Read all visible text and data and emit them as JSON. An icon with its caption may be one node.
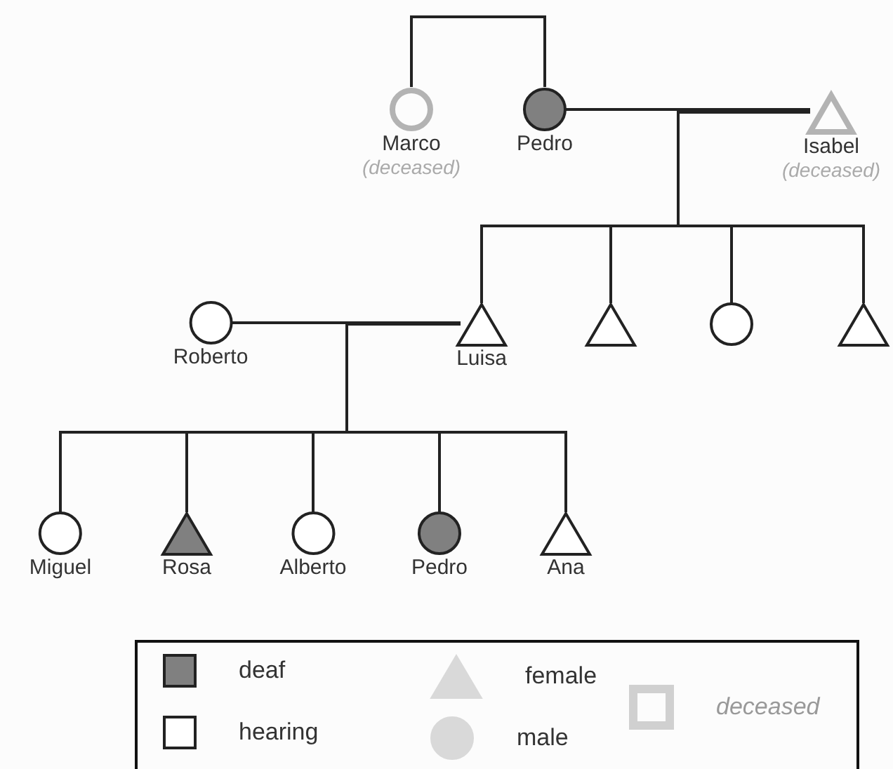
{
  "diagram": {
    "nodes": [
      {
        "text": [
          "Marco",
          "(deceased)"
        ]
      },
      {
        "text": [
          "Pedro"
        ]
      },
      {
        "text": [
          "Isabel",
          "(deceased)"
        ]
      },
      {
        "text": [
          "Roberto"
        ]
      },
      {
        "text": [
          "Luisa"
        ]
      },
      {
        "text": [],
        "shape": "triangle"
      },
      {
        "text": [],
        "shape": "circle"
      },
      {
        "text": [],
        "shape": "triangle"
      },
      {
        "text": [
          "Miguel"
        ]
      },
      {
        "text": [
          "Rosa"
        ]
      },
      {
        "text": [
          "Alberto"
        ]
      },
      {
        "text": [
          "Pedro"
        ]
      },
      {
        "text": [
          "Ana"
        ]
      }
    ],
    "edges": [
      {
        "from": 0,
        "to": 1,
        "arrow": "none"
      },
      {
        "from": 1,
        "to": 2,
        "arrow": "none"
      },
      {
        "from": 1,
        "to": 4,
        "arrow": "none"
      },
      {
        "from": 1,
        "to": 5,
        "arrow": "none"
      },
      {
        "from": 1,
        "to": 6,
        "arrow": "none"
      },
      {
        "from": 1,
        "to": 7,
        "arrow": "none"
      },
      {
        "from": 2,
        "to": 4,
        "arrow": "none"
      },
      {
        "from": 2,
        "to": 5,
        "arrow": "none"
      },
      {
        "from": 2,
        "to": 6,
        "arrow": "none"
      },
      {
        "from": 2,
        "to": 7,
        "arrow": "none"
      },
      {
        "from": 3,
        "to": 4,
        "arrow": "none"
      },
      {
        "from": 3,
        "to": 8,
        "arrow": "none"
      },
      {
        "from": 3,
        "to": 9,
        "arrow": "none"
      },
      {
        "from": 3,
        "to": 10,
        "arrow": "none"
      },
      {
        "from": 3,
        "to": 11,
        "arrow": "none"
      },
      {
        "from": 3,
        "to": 12,
        "arrow": "none"
      },
      {
        "from": 4,
        "to": 8,
        "arrow": "none"
      },
      {
        "from": 4,
        "to": 9,
        "arrow": "none"
      },
      {
        "from": 4,
        "to": 10,
        "arrow": "none"
      },
      {
        "from": 4,
        "to": 11,
        "arrow": "none"
      },
      {
        "from": 4,
        "to": 12,
        "arrow": "none"
      }
    ],
    "legend": [
      {
        "text": "deaf",
        "color": "#808080"
      },
      {
        "text": "hearing",
        "color": "#ffffff"
      },
      {
        "text": "female"
      },
      {
        "text": "male"
      },
      {
        "text": "deceased"
      }
    ]
  }
}
